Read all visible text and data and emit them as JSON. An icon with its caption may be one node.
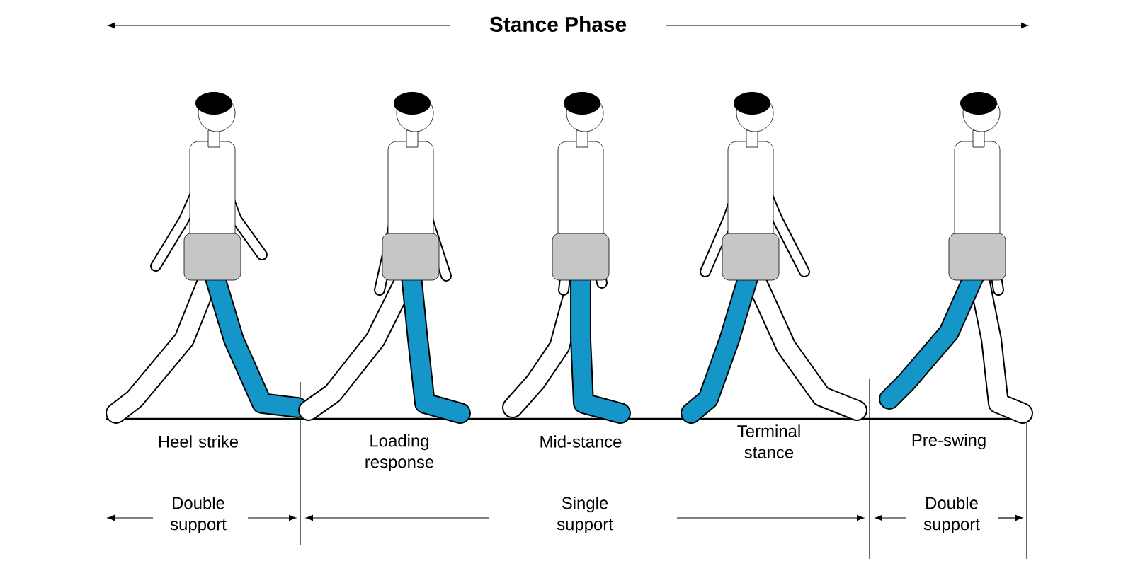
{
  "diagram": {
    "title": "Stance Phase",
    "labels": [
      "Heel strike",
      "Loading response",
      "Mid-stance",
      "Terminal stance",
      "Pre-swing",
      "Double support",
      "Single support",
      "Double support"
    ]
  }
}
